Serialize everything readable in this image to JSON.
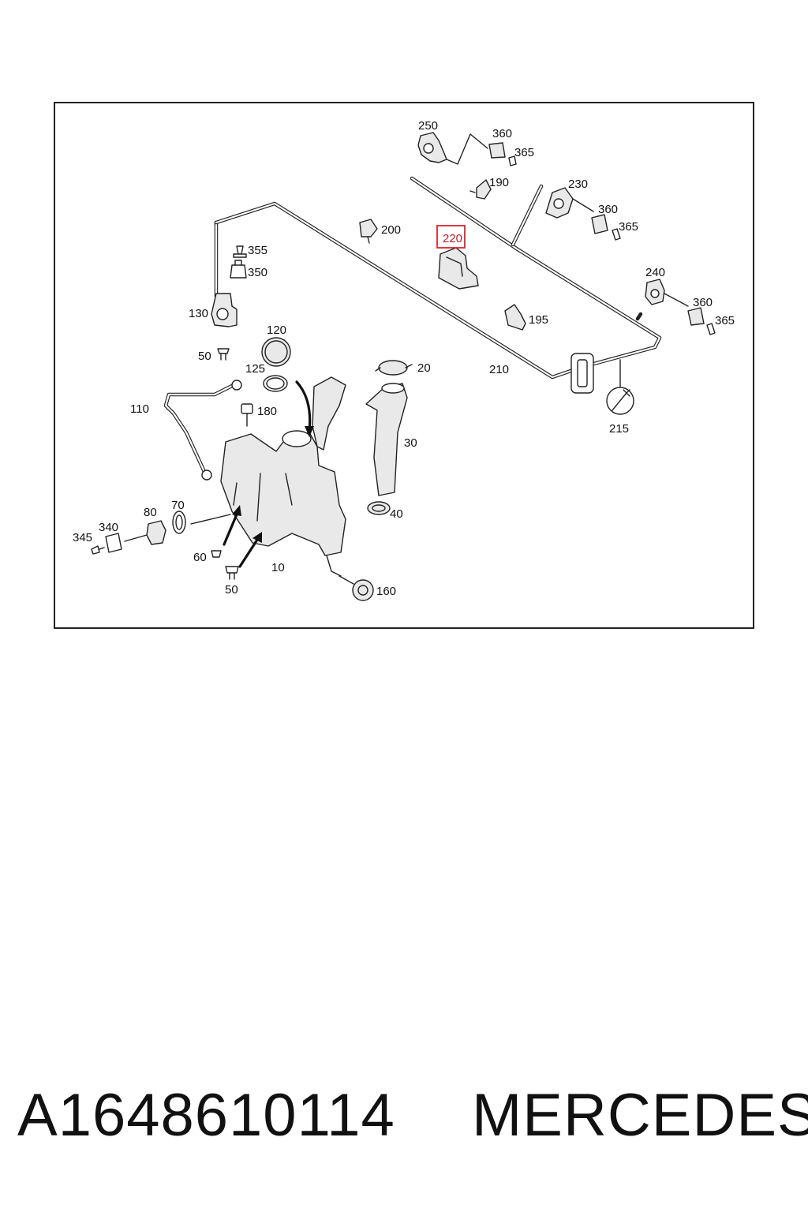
{
  "diagram": {
    "highlighted_callout": "220",
    "highlight_color": "#d9262e",
    "callouts": {
      "c250": "250",
      "c360a": "360",
      "c365a": "365",
      "c190": "190",
      "c230": "230",
      "c360b": "360",
      "c365b": "365",
      "c200": "200",
      "c220": "220",
      "c355": "355",
      "c350": "350",
      "c130": "130",
      "c240": "240",
      "c360c": "360",
      "c365c": "365",
      "c195": "195",
      "c120": "120",
      "c50a": "50",
      "c125": "125",
      "c20": "20",
      "c210": "210",
      "c110": "110",
      "c180": "180",
      "c215": "215",
      "c30": "30",
      "c70": "70",
      "c80": "80",
      "c340": "340",
      "c345": "345",
      "c40": "40",
      "c60": "60",
      "c10": "10",
      "c50b": "50",
      "c160": "160"
    }
  },
  "footer": {
    "part_number": "A1648610114",
    "manufacturer": "MERCEDES"
  }
}
